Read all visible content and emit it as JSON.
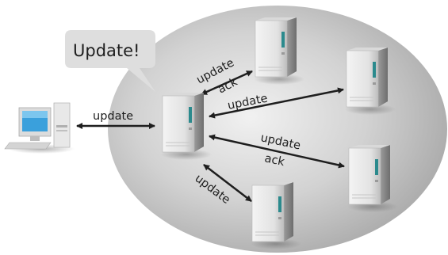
{
  "diagram": {
    "bubble": {
      "text": "Update!"
    },
    "client_link": {
      "label": "update"
    },
    "links": [
      {
        "id": "top",
        "labels": [
          "update",
          "ack"
        ]
      },
      {
        "id": "upper-right",
        "labels": [
          "update"
        ]
      },
      {
        "id": "right",
        "labels": [
          "update",
          "ack"
        ]
      },
      {
        "id": "bottom",
        "labels": [
          "update"
        ]
      }
    ],
    "colors": {
      "cluster_center": "#f1f1f1",
      "cluster_edge": "#a9a9a9",
      "arrow": "#1e1e1e",
      "bubble": "#dedede",
      "server_screen": "#2b8a8d",
      "client_screen": "#3aa0dc"
    },
    "icons": [
      "client-computer-icon",
      "primary-server-icon",
      "replica-server-icon"
    ]
  }
}
